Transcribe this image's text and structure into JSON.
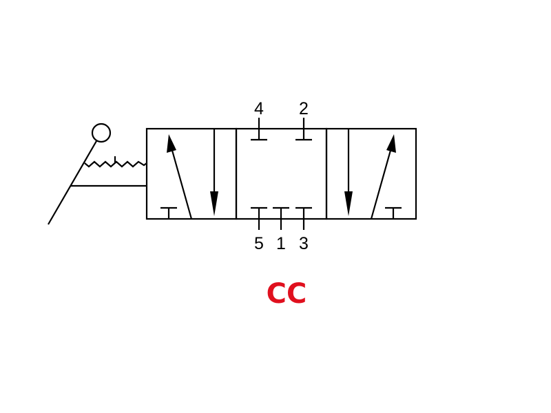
{
  "diagram": {
    "ports": {
      "top_left": "4",
      "top_right": "2",
      "bottom_left": "5",
      "bottom_center": "1",
      "bottom_right": "3"
    },
    "code_label": "CC",
    "colors": {
      "line": "#000000",
      "code": "#e0101e"
    },
    "symbol": {
      "actuator": "lever-with-detent",
      "valve_type": "5/3 closed center"
    }
  }
}
